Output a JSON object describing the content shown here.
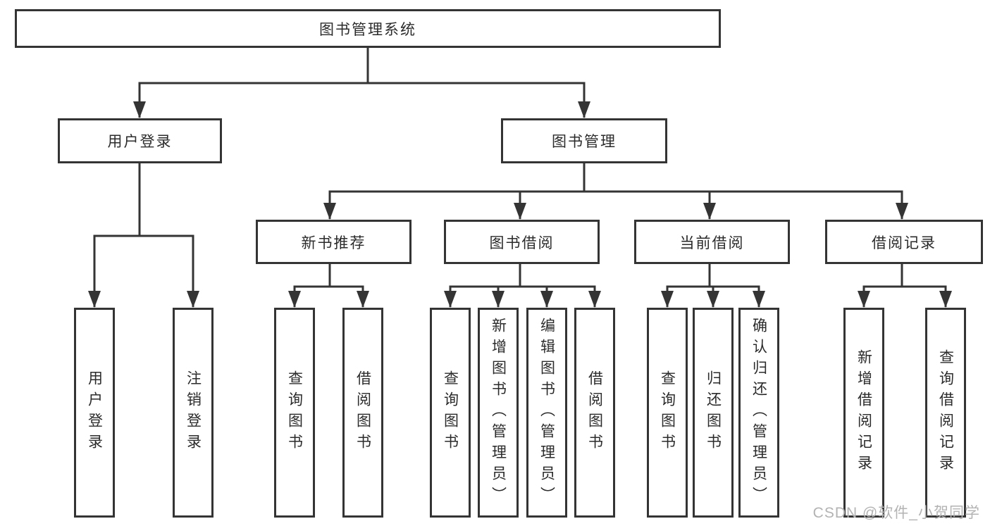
{
  "diagram": {
    "root": {
      "label": "图书管理系统"
    },
    "branches": [
      {
        "label": "用户登录",
        "children": [
          {
            "label": "用户登录"
          },
          {
            "label": "注销登录"
          }
        ]
      },
      {
        "label": "图书管理",
        "children": [
          {
            "label": "新书推荐",
            "children": [
              {
                "label": "查询图书"
              },
              {
                "label": "借阅图书"
              }
            ]
          },
          {
            "label": "图书借阅",
            "children": [
              {
                "label": "查询图书"
              },
              {
                "label": "新增图书（管理员）"
              },
              {
                "label": "编辑图书（管理员）"
              },
              {
                "label": "借阅图书"
              }
            ]
          },
          {
            "label": "当前借阅",
            "children": [
              {
                "label": "查询图书"
              },
              {
                "label": "归还图书"
              },
              {
                "label": "确认归还（管理员）"
              }
            ]
          },
          {
            "label": "借阅记录",
            "children": [
              {
                "label": "新增借阅记录"
              },
              {
                "label": "查询借阅记录"
              }
            ]
          }
        ]
      }
    ]
  },
  "watermark": {
    "text": "CSDN @软件_小贺同学"
  },
  "colors": {
    "line": "#343434",
    "text": "#2b2b2b",
    "watermark": "#b3b3b3",
    "background": "#ffffff"
  }
}
